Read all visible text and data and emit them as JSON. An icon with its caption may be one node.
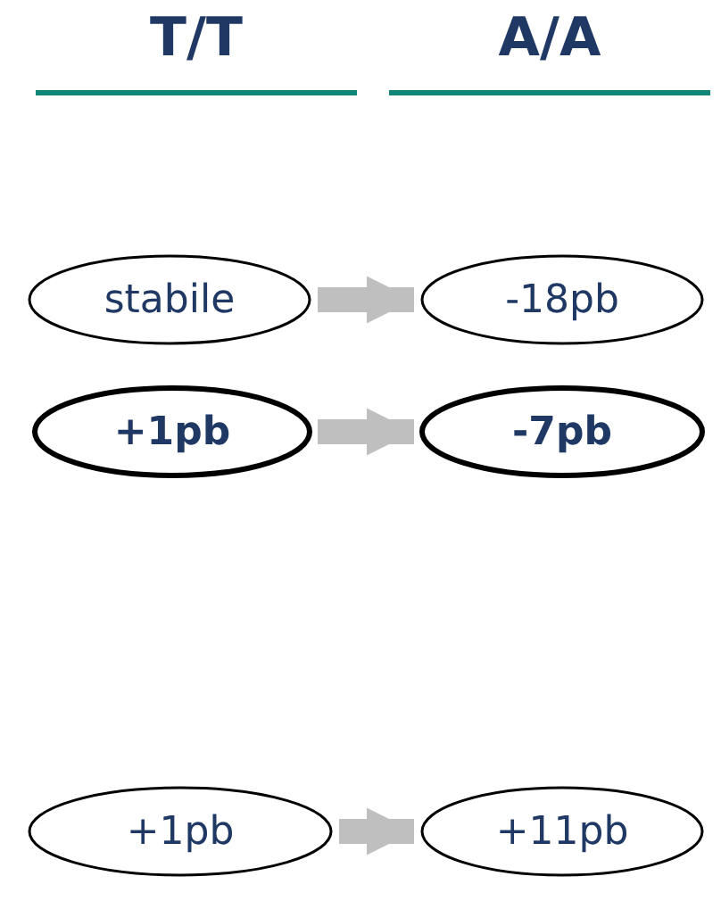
{
  "diagram": {
    "nodes": [
      {
        "text": [
          "stabile"
        ]
      },
      {
        "text": [
          "-18pb"
        ]
      },
      {
        "text": [
          "+1pb"
        ]
      },
      {
        "text": [
          "-7pb"
        ]
      },
      {
        "text": [
          "+1pb"
        ]
      },
      {
        "text": [
          "+11pb"
        ]
      }
    ],
    "edges": [
      {
        "from": 0,
        "to": 1,
        "arrow": "to"
      },
      {
        "from": 2,
        "to": 3,
        "arrow": "to"
      },
      {
        "from": 4,
        "to": 5,
        "arrow": "to"
      }
    ],
    "labels": [
      "T/T",
      "A/A"
    ]
  }
}
